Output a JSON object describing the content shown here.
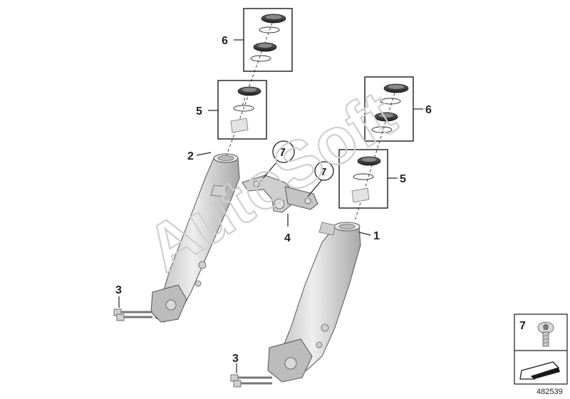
{
  "callouts": {
    "c1": "1",
    "c2": "2",
    "c3a": "3",
    "c3b": "3",
    "c4": "4",
    "c5a": "5",
    "c5b": "5",
    "c6a": "6",
    "c6b": "6",
    "c7a": "7",
    "c7b": "7"
  },
  "legend": {
    "number": "7"
  },
  "watermark": "AutoSoft",
  "reference_number": "482539",
  "colors": {
    "outline": "#1a1a1a",
    "part_fill": "#d6d6d6",
    "part_shadow": "#a9a9a9",
    "part_highlight": "#f0f0f0",
    "seal_dark": "#2b2b2b",
    "watermark": "#cfcfcf"
  }
}
